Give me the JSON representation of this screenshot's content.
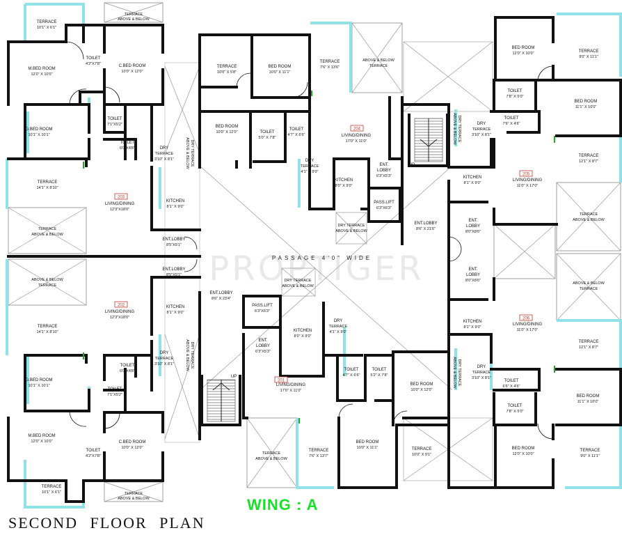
{
  "title": "SECOND FLOOR PLAN",
  "wing": "WING : A",
  "watermark": "PROPTIGER",
  "passage": "PASSAGE 4'0\" WIDE",
  "up": "UP",
  "units": {
    "u201": "201",
    "u202": "202",
    "u203": "203",
    "u204": "204",
    "u205": "205",
    "u206": "206"
  },
  "rooms": [
    {
      "id": "t-tl",
      "name": "TERRACE",
      "dims": "10'1\" X 6'1\""
    },
    {
      "id": "tab-tl",
      "name": "TERRACE",
      "dims": "ABOVE & BELOW"
    },
    {
      "id": "mbed-tl",
      "name": "M.BED ROOM",
      "dims": "12'0\" X 10'0\""
    },
    {
      "id": "toilet-tl",
      "name": "TOILET",
      "dims": "4'2\"X7'8\""
    },
    {
      "id": "cbed-tl",
      "name": "C.BED ROOM",
      "dims": "10'0\" X 12'0\""
    },
    {
      "id": "gbed-tl",
      "name": "G.BED ROOM",
      "dims": "10'1\" X 10'1\""
    },
    {
      "id": "toilet2-tl",
      "name": "TOILET",
      "dims": "7'1\"X5'2\""
    },
    {
      "id": "toilet3-tl",
      "name": "TOILET",
      "dims": "6'0\"X4'8\""
    },
    {
      "id": "dry-tl",
      "name": "DRY",
      "dims": "TERRACE"
    },
    {
      "id": "dry-tl-d",
      "name": "",
      "dims": "3'10\" X 8'1\""
    },
    {
      "id": "terr-203",
      "name": "TERRACE",
      "dims": "14'1\" X 8'10\""
    },
    {
      "id": "liv-203",
      "name": "LIVING/DINING",
      "dims": "12'3\"X18'0\""
    },
    {
      "id": "kit-203",
      "name": "KITCHEN",
      "dims": "8'1\" X 9'0\""
    },
    {
      "id": "tab-203",
      "name": "TERRACE",
      "dims": "ABOVE & BELOW"
    },
    {
      "id": "lobby-203",
      "name": "ENT.LOBBY",
      "dims": "8'5\"X5'1\""
    },
    {
      "id": "lobby-202",
      "name": "ENT.LOBBY",
      "dims": "8'5\"X5'1\""
    },
    {
      "id": "tab-202",
      "name": "ABOVE & BELOW",
      "dims": "TERRACE"
    },
    {
      "id": "liv-202",
      "name": "LIVING/DINING",
      "dims": "12'3\"X18'0\""
    },
    {
      "id": "kit-202",
      "name": "KITCHEN",
      "dims": "8'1\" X 9'0\""
    },
    {
      "id": "terr-202",
      "name": "TERRACE",
      "dims": "14'1\" X 8'10\""
    },
    {
      "id": "gbed-bl",
      "name": "G.BED ROOM",
      "dims": "10'1\" X 10'1\""
    },
    {
      "id": "toilet-bl",
      "name": "TOILET",
      "dims": "6'0\"X4'8\""
    },
    {
      "id": "dry-bl",
      "name": "DRY",
      "dims": "TERRACE"
    },
    {
      "id": "dry-bl-d",
      "name": "",
      "dims": "3'10\" X 8'1\""
    },
    {
      "id": "toilet2-bl",
      "name": "TOILET",
      "dims": "7'1\"X5'2\""
    },
    {
      "id": "mbed-bl",
      "name": "M.BED ROOM",
      "dims": "12'0\" X 10'0\""
    },
    {
      "id": "toilet3-bl",
      "name": "TOILET",
      "dims": "4'2\"X7'8\""
    },
    {
      "id": "cbed-bl",
      "name": "C.BED ROOM",
      "dims": "10'0\" X 12'0\""
    },
    {
      "id": "t-bl",
      "name": "TERRACE",
      "dims": "10'1\" X 6'1\""
    },
    {
      "id": "tab-bl",
      "name": "TERRACE",
      "dims": "ABOVE & BELOW"
    },
    {
      "id": "terr-204a",
      "name": "TERRACE",
      "dims": "10'0\" X 5'8\""
    },
    {
      "id": "bed-204",
      "name": "BED ROOM",
      "dims": "10'0\" X 11'1\""
    },
    {
      "id": "terr-204b",
      "name": "TERRACE",
      "dims": "7'6\" X 13'6\""
    },
    {
      "id": "tab-204",
      "name": "ABOVE & BELOW",
      "dims": "TERRACE"
    },
    {
      "id": "bed2-204",
      "name": "BED ROOM",
      "dims": "10'0\" X 12'0\""
    },
    {
      "id": "toilet-204",
      "name": "TOILET",
      "dims": "5'0\" X 7'8\""
    },
    {
      "id": "toilet2-204",
      "name": "TOILET",
      "dims": "4'7\" X 6'6\""
    },
    {
      "id": "liv-204",
      "name": "LIVING/DINING",
      "dims": "17'0\" X 11'0\""
    },
    {
      "id": "dry-204",
      "name": "DRY",
      "dims": "TERRACE"
    },
    {
      "id": "dry-204-d",
      "name": "",
      "dims": "4'1\" X 9'0\""
    },
    {
      "id": "kit-204",
      "name": "KITCHEN",
      "dims": "8'0\" X 9'0\""
    },
    {
      "id": "lobby-204",
      "name": "ENT.",
      "dims": "LOBBY"
    },
    {
      "id": "lobby-204-d",
      "name": "",
      "dims": "6'3\"X5'3\""
    },
    {
      "id": "lift-204",
      "name": "PASS.LIFT",
      "dims": "6'3\"X6'3\""
    },
    {
      "id": "drytab-204",
      "name": "DRY TERRACE",
      "dims": "ABOVE & BELOW"
    },
    {
      "id": "entlobby-main",
      "name": "ENT.LOBBY",
      "dims": "8'6\" X 21'6\""
    },
    {
      "id": "entlobby-201",
      "name": "ENT.LOBBY",
      "dims": "8'6\" X 23'4\""
    },
    {
      "id": "drytab-201",
      "name": "DRY TERRACE",
      "dims": "ABOVE & BELOW"
    },
    {
      "id": "lift-201",
      "name": "PASS.LIFT",
      "dims": "6'3\"X6'3\""
    },
    {
      "id": "dry-201",
      "name": "DRY",
      "dims": "TERRACE"
    },
    {
      "id": "dry-201-d",
      "name": "",
      "dims": "4'1\" X 9'0\""
    },
    {
      "id": "kit-201",
      "name": "KITCHEN",
      "dims": "8'0\" X 9'0\""
    },
    {
      "id": "lobby-201",
      "name": "ENT.",
      "dims": "LOBBY"
    },
    {
      "id": "lobby-201-d",
      "name": "",
      "dims": "6'3\"X5'3\""
    },
    {
      "id": "liv-201",
      "name": "LIVING/DINING",
      "dims": "17'0\" X 11'0\""
    },
    {
      "id": "toilet-201",
      "name": "TOILET",
      "dims": "4'7\" X 6'6\""
    },
    {
      "id": "toilet2-201",
      "name": "TOILET",
      "dims": "5'2\" X 7'8\""
    },
    {
      "id": "bed-201",
      "name": "BED ROOM",
      "dims": "10'0\" X 12'0\""
    },
    {
      "id": "tab-201",
      "name": "TERRACE",
      "dims": "ABOVE & BELOW"
    },
    {
      "id": "terr-201a",
      "name": "TERRACE",
      "dims": "7'6\" X 13'7\""
    },
    {
      "id": "bed2-201",
      "name": "BED ROOM",
      "dims": "10'0\" X 11'1\""
    },
    {
      "id": "terr-201b",
      "name": "TERRACE",
      "dims": "10'0\" X 9'1\""
    },
    {
      "id": "bed-tr",
      "name": "BED ROOM",
      "dims": "12'0\" X 10'0\""
    },
    {
      "id": "terr-tr",
      "name": "TERRACE",
      "dims": "9'0\" X 11'1\""
    },
    {
      "id": "toilet-tr",
      "name": "TOILET",
      "dims": "7'8\" X 5'0\""
    },
    {
      "id": "bed2-tr",
      "name": "BED ROOM",
      "dims": "11'1\" X 10'0\""
    },
    {
      "id": "toilet2-tr",
      "name": "TOILET",
      "dims": "7'6\" X 4'6\""
    },
    {
      "id": "dry-205",
      "name": "DRY",
      "dims": "TERRACE"
    },
    {
      "id": "dry-205-d",
      "name": "",
      "dims": "3'10\" X 8'1\""
    },
    {
      "id": "terr-205",
      "name": "TERRACE",
      "dims": "12'1\" X 8'7\""
    },
    {
      "id": "kit-205",
      "name": "KITCHEN",
      "dims": "8'1\" X 9'0\""
    },
    {
      "id": "liv-205",
      "name": "LIVING/DINING",
      "dims": "11'0\" X 17'0\""
    },
    {
      "id": "tab-205",
      "name": "TERRACE",
      "dims": "ABOVE & BELOW"
    },
    {
      "id": "lobby-205",
      "name": "ENT.",
      "dims": "LOBBY"
    },
    {
      "id": "lobby-205-d",
      "name": "",
      "dims": "8'0\"X8'6\""
    },
    {
      "id": "lobby-206",
      "name": "ENT.",
      "dims": "LOBBY"
    },
    {
      "id": "lobby-206-d",
      "name": "",
      "dims": "8'0\"X8'6\""
    },
    {
      "id": "tab-206",
      "name": "ABOVE & BELOW",
      "dims": "TERRACE"
    },
    {
      "id": "kit-206",
      "name": "KITCHEN",
      "dims": "8'1\" X 9'0\""
    },
    {
      "id": "liv-206",
      "name": "LIVING/DINING",
      "dims": "11'0\" X 17'0\""
    },
    {
      "id": "terr-206",
      "name": "TERRACE",
      "dims": "12'1\" X 8'7\""
    },
    {
      "id": "dry-206",
      "name": "DRY",
      "dims": "TERRACE"
    },
    {
      "id": "dry-206-d",
      "name": "",
      "dims": "3'10\" X 8'1\""
    },
    {
      "id": "toilet-br",
      "name": "TOILET",
      "dims": "6'6\" X 4'6\""
    },
    {
      "id": "bed-br",
      "name": "BED ROOM",
      "dims": "11'1\" X 10'0\""
    },
    {
      "id": "toilet2-br",
      "name": "TOILET",
      "dims": "7'8\" X 5'0\""
    },
    {
      "id": "bed2-br",
      "name": "BED ROOM",
      "dims": "12'0\" X 10'0\""
    },
    {
      "id": "terr-br",
      "name": "TERRACE",
      "dims": "9'0\" X 11'1\""
    }
  ],
  "vertical_labels": {
    "v1": "ABOVE & BELOW",
    "v2": "DRY TERRACE",
    "v3": "ABOVE & BELOW",
    "v4": "DRY TERRACE"
  }
}
